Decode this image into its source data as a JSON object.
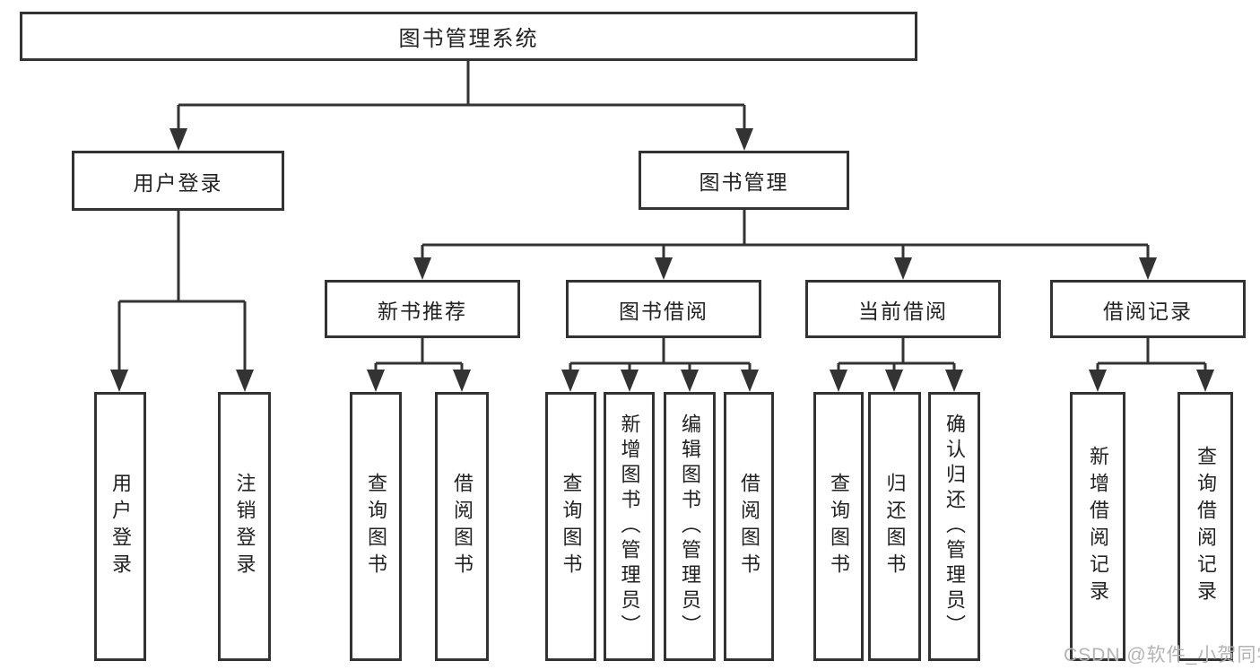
{
  "diagram": {
    "root": {
      "label": "图书管理系统"
    },
    "branches": [
      {
        "label": "用户登录",
        "leaves": [
          "用户登录",
          "注销登录"
        ]
      },
      {
        "label": "图书管理",
        "children": [
          {
            "label": "新书推荐",
            "leaves": [
              "查询图书",
              "借阅图书"
            ]
          },
          {
            "label": "图书借阅",
            "leaves": [
              "查询图书",
              "新增图书（管理员）",
              "编辑图书（管理员）",
              "借阅图书"
            ]
          },
          {
            "label": "当前借阅",
            "leaves": [
              "查询图书",
              "归还图书",
              "确认归还（管理员）"
            ]
          },
          {
            "label": "借阅记录",
            "leaves": [
              "新增借阅记录",
              "查询借阅记录"
            ]
          }
        ]
      }
    ]
  },
  "watermark": {
    "text": "CSDN @软件_小贺同学"
  },
  "colors": {
    "line": "#333333",
    "border": "#333333",
    "text": "#222222",
    "watermark": "#b3b3b3",
    "background": "#ffffff"
  }
}
